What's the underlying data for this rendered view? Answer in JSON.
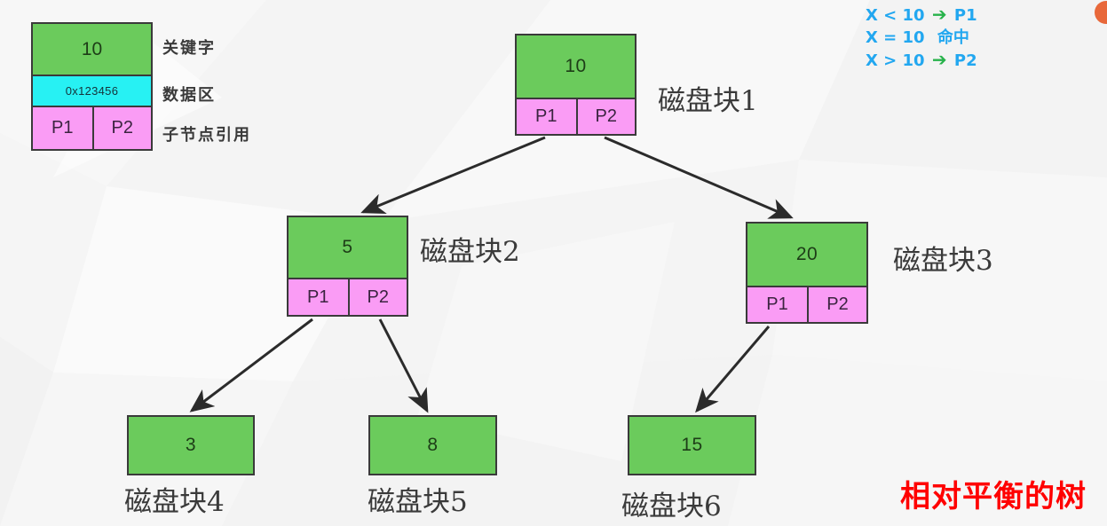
{
  "legend": {
    "key_value": "10",
    "data_value": "0x123456",
    "pointers": [
      "P1",
      "P2"
    ],
    "labels": {
      "key": "关键字",
      "data": "数据区",
      "pointer": "子节点引用"
    }
  },
  "rules": {
    "lines": [
      {
        "condition": "X < 10",
        "arrow": "➔",
        "target": "P1"
      },
      {
        "condition": "X = 10",
        "arrow": "",
        "target": "命中"
      },
      {
        "condition": "X > 10",
        "arrow": "➔",
        "target": "P2"
      }
    ],
    "text_color": "#22A7F0",
    "arrow_color": "#27B24A"
  },
  "tree": {
    "nodes": [
      {
        "id": "root",
        "key": "10",
        "pointers": [
          "P1",
          "P2"
        ],
        "label": "磁盘块1"
      },
      {
        "id": "mid-l",
        "key": "5",
        "pointers": [
          "P1",
          "P2"
        ],
        "label": "磁盘块2"
      },
      {
        "id": "mid-r",
        "key": "20",
        "pointers": [
          "P1",
          "P2"
        ],
        "label": "磁盘块3"
      },
      {
        "id": "leaf-1",
        "key": "3",
        "pointers": [],
        "label": "磁盘块4"
      },
      {
        "id": "leaf-2",
        "key": "8",
        "pointers": [],
        "label": "磁盘块5"
      },
      {
        "id": "leaf-3",
        "key": "15",
        "pointers": [],
        "label": "磁盘块6"
      }
    ],
    "edges": [
      {
        "from": "root",
        "to": "mid-l"
      },
      {
        "from": "root",
        "to": "mid-r"
      },
      {
        "from": "mid-l",
        "to": "leaf-1"
      },
      {
        "from": "mid-l",
        "to": "leaf-2"
      },
      {
        "from": "mid-r",
        "to": "leaf-3"
      }
    ]
  },
  "conclusion": "相对平衡的树",
  "colors": {
    "key_fill": "#6BCB5C",
    "data_fill": "#27F1F3",
    "pointer_fill": "#FA9CF5",
    "stroke": "#3a3a3a",
    "background": "#f2f2f2",
    "conclusion": "#FF0000",
    "accent_dot": "#E8683A"
  }
}
